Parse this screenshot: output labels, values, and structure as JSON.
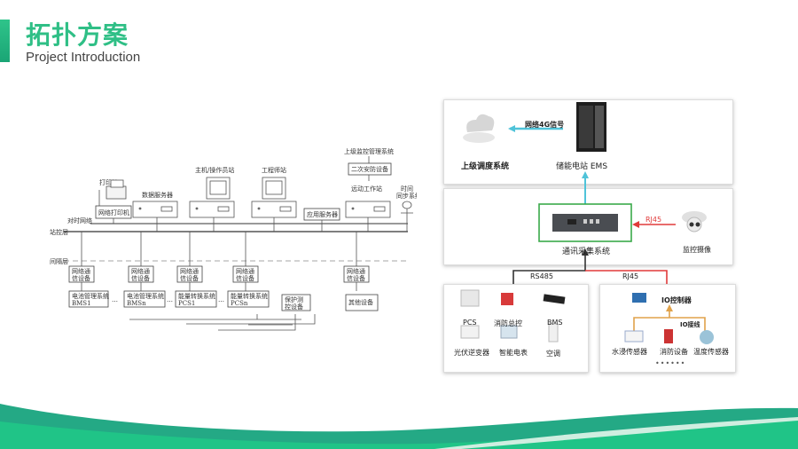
{
  "header": {
    "title_cn": "拓扑方案",
    "title_en": "Project Introduction",
    "accent_color": "#2fc48a"
  },
  "left_diagram": {
    "top_labels": {
      "printer": "打印机",
      "network_printer": "网络打印机",
      "data_server": "数据服务器",
      "host_operator": "主机/操作员站",
      "engineer_station": "工程师站",
      "app_server": "应用服务器",
      "upper_monitor": "上级监控管理系统",
      "secondary_security": "二次安防设备",
      "telecontrol_station": "远动工作站",
      "time_sync_1": "时间",
      "time_sync_2": "同步系统"
    },
    "layer_labels": {
      "timing_network": "对时网络",
      "station_control": "站控层",
      "bay_layer": "间隔层"
    },
    "comm_device": [
      "网络通",
      "信设备"
    ],
    "devices": [
      {
        "line1": "电池管理系统",
        "line2": "BMS1"
      },
      {
        "line1": "电池管理系统",
        "line2": "BMSn"
      },
      {
        "line1": "能量转换系统",
        "line2": "PCS1"
      },
      {
        "line1": "能量转换系统",
        "line2": "PCSn"
      },
      {
        "line1": "保护测",
        "line2": "控设备"
      },
      {
        "line1": "其他设备",
        "line2": ""
      }
    ],
    "ellipsis": "…"
  },
  "right_diagram": {
    "upper_dispatch": "上级调度系统",
    "signal_label": "网络4G信号",
    "ems": "储能电站 EMS",
    "comm_system": "通讯采集系统",
    "rj45_top": "RJ45",
    "camera": "监控摄像",
    "rs485": "RS485",
    "rj45_bottom": "RJ45",
    "left_devices": [
      "PCS",
      "消防总控",
      "BMS",
      "光伏逆变器",
      "智能电表",
      "空调"
    ],
    "io_controller": "IO控制器",
    "io_wiring": "IO接线",
    "right_devices": [
      "水浸传感器",
      "消防设备",
      "温度传感器"
    ],
    "more": "••••••",
    "colors": {
      "cyan": "#4fc3d9",
      "red": "#e03a3a",
      "green": "#3aaa4a",
      "orange": "#e0a24a",
      "dark": "#333333"
    }
  }
}
